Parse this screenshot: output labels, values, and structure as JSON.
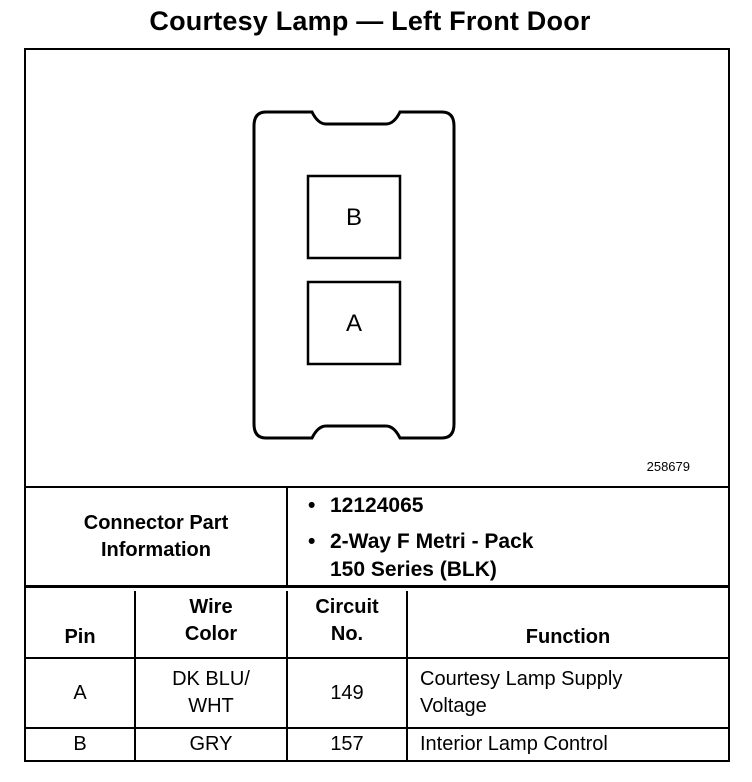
{
  "title": "Courtesy Lamp — Left Front Door",
  "connector": {
    "pins": [
      "B",
      "A"
    ],
    "figure_number": "258679"
  },
  "connector_info": {
    "label": [
      "Connector Part",
      "Information"
    ],
    "bullet": "•",
    "items": [
      [
        "12124065"
      ],
      [
        "2-Way F Metri - Pack",
        "150 Series (BLK)"
      ]
    ]
  },
  "table": {
    "headers": {
      "pin": [
        "Pin"
      ],
      "wire_color": [
        "Wire",
        "Color"
      ],
      "circuit": [
        "Circuit",
        "No."
      ],
      "function": [
        "Function"
      ]
    },
    "rows": [
      {
        "pin": "A",
        "wire_color": [
          "DK BLU/",
          "WHT"
        ],
        "circuit": "149",
        "function": [
          "Courtesy Lamp Supply",
          "Voltage"
        ]
      },
      {
        "pin": "B",
        "wire_color": [
          "GRY"
        ],
        "circuit": "157",
        "function": [
          "Interior Lamp Control"
        ]
      }
    ]
  }
}
